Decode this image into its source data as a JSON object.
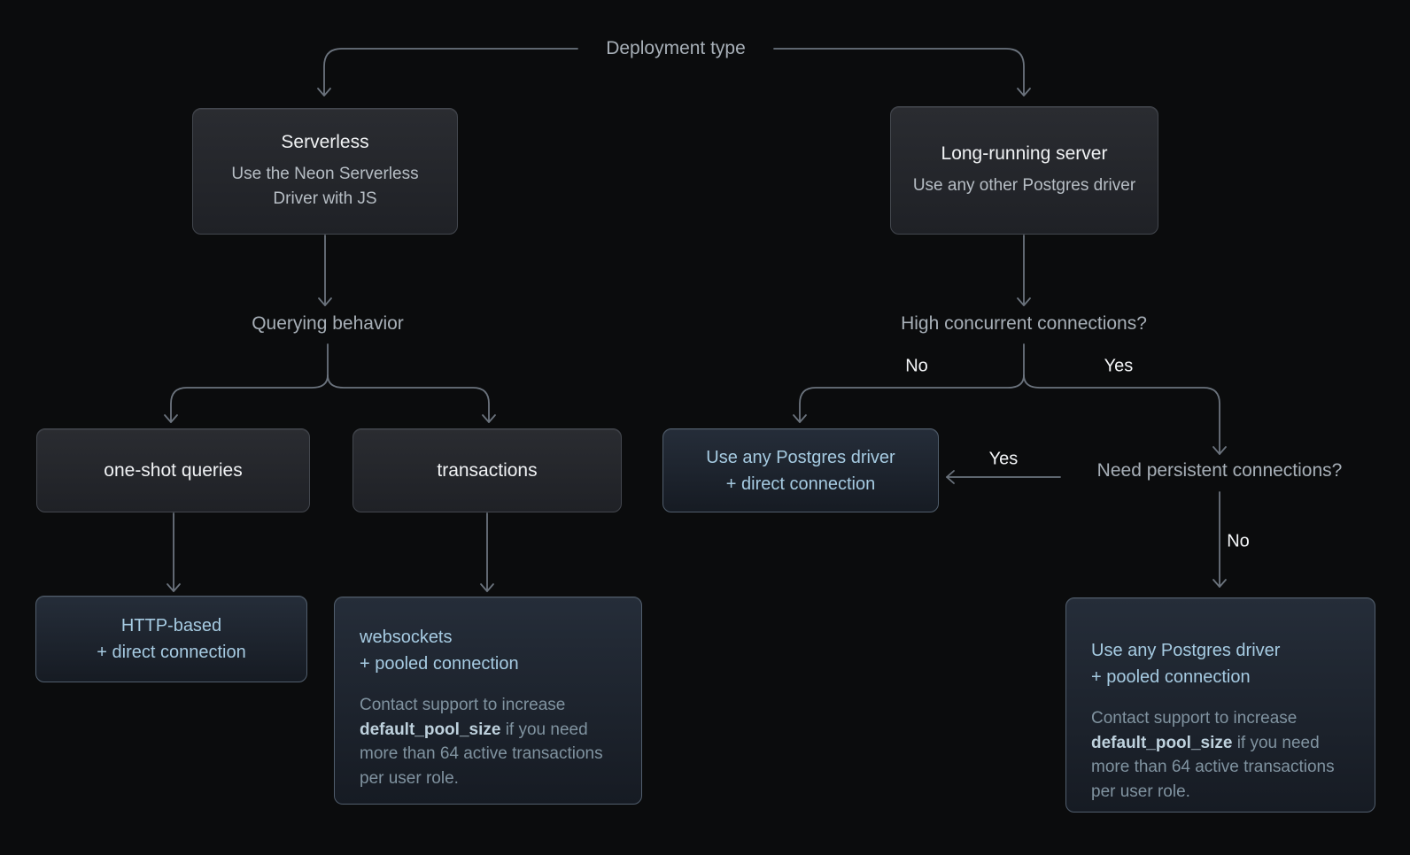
{
  "colors": {
    "background": "#0b0c0d",
    "connector_line": "#6b737d",
    "gray_node_background": "#24262b",
    "gray_node_border": "#43474e",
    "blue_node_border": "#515e6d",
    "blue_accent_text": "#a6cbe2",
    "note_text": "#8093a0",
    "label_gray": "#a7afb7",
    "label_white": "#f4f6f8"
  },
  "diagram": {
    "root_label": "Deployment type",
    "serverless": {
      "title": "Serverless",
      "subtitle": "Use the Neon Serverless Driver with JS"
    },
    "long_running": {
      "title": "Long-running server",
      "subtitle": "Use any other Postgres driver"
    },
    "querying_behavior_label": "Querying behavior",
    "one_shot_label": "one-shot queries",
    "transactions_label": "transactions",
    "http_result": {
      "line1": "HTTP-based",
      "line2": "+ direct connection"
    },
    "websockets_result": {
      "line1": "websockets",
      "line2": "+ pooled connection",
      "note_pre": "Contact support to increase ",
      "note_bold": "default_pool_size",
      "note_post": " if you need more than 64 active transactions per user role."
    },
    "high_concurrent_label": "High concurrent connections?",
    "hc_no": "No",
    "hc_yes": "Yes",
    "direct_result": {
      "line1": "Use any Postgres driver",
      "line2": "+ direct connection"
    },
    "need_persistent_label": "Need persistent connections?",
    "np_yes": "Yes",
    "np_no": "No",
    "pooled_result": {
      "line1": "Use any Postgres driver",
      "line2": "+ pooled connection",
      "note_pre": "Contact support to increase ",
      "note_bold": "default_pool_size",
      "note_post": " if you need more than 64 active transactions per user role."
    }
  }
}
